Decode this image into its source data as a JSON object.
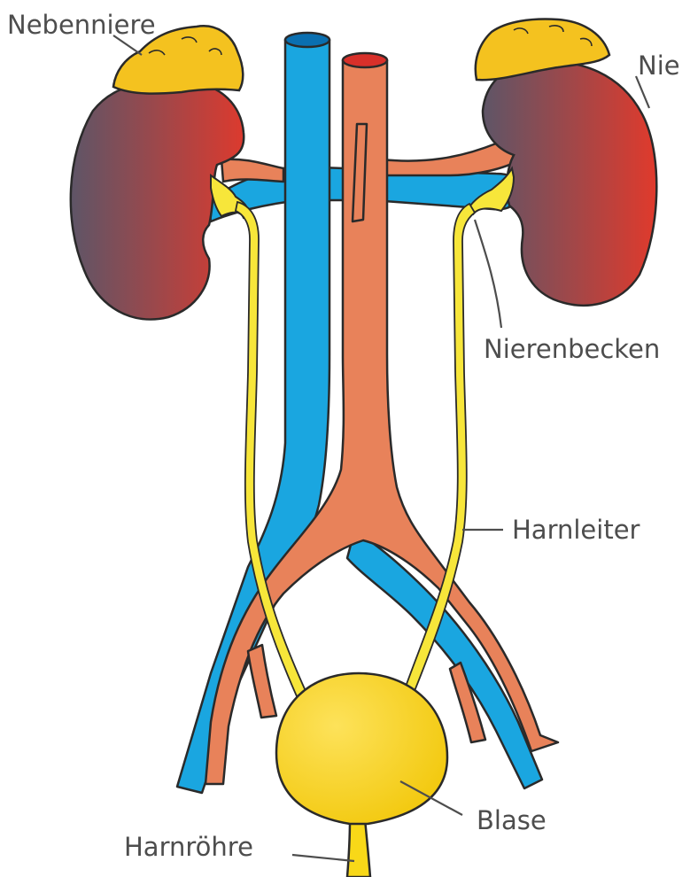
{
  "labels": {
    "nebenniere": "Nebenniere",
    "niere": "Nie",
    "nierenbecken": "Nierenbecken",
    "harnleiter": "Harnleiter",
    "blase": "Blase",
    "harnroehre": "Harnröhre"
  },
  "colors": {
    "vein": "#1aa6e0",
    "artery": "#e8825a",
    "artery_top": "#d8302a",
    "vein_top": "#0a6fb0",
    "adrenal": "#f4c21f",
    "kidney_red": "#d8352f",
    "kidney_grey": "#5e5567",
    "ureter": "#f7e63a",
    "bladder": "#f8d818",
    "outline": "#2a2a2a"
  }
}
